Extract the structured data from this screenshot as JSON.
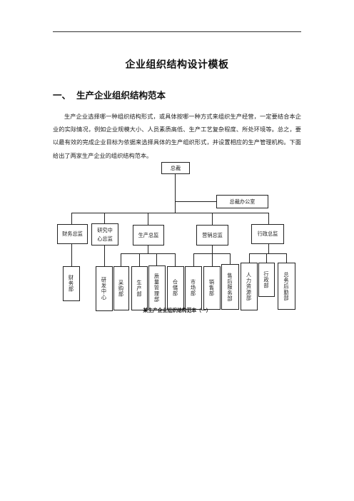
{
  "document": {
    "title": "企业组织结构设计模板",
    "section": {
      "number": "一、",
      "title": "生产企业组织结构范本"
    },
    "paragraph": "生产企业选择哪一种组织结构形式，或具体按哪一种方式来组织生产经营，一定要结合本企业的实际情况，例如企业规模大小、人员素质高低、生产工艺复杂程度、所处环境等。总之，要以最有效的完成企业目标为依据来选择具体的生产组织形式，并设置相应的生产管理机构。下面给出了两家生产企业的组织结构范本。"
  },
  "org_chart": {
    "ceo": "总裁",
    "ceo_office": "总裁办公室",
    "directors": {
      "finance": "财务总监",
      "rnd": "研究中心总监",
      "production": "生产总监",
      "marketing": "营销总监",
      "admin": "行政总监"
    },
    "departments": {
      "finance": "财务部",
      "rnd": "研发中心",
      "purchasing": "采购部",
      "production": "生产部",
      "quality": "质量管理部",
      "warehouse": "仓储部",
      "market": "市场部",
      "sales": "销售部",
      "after_sales": "售后服务部",
      "hr": "人力资源部",
      "administration": "行政部",
      "logistics": "总务后勤部"
    },
    "caption": "某生产企业组织结构范本（一）"
  }
}
